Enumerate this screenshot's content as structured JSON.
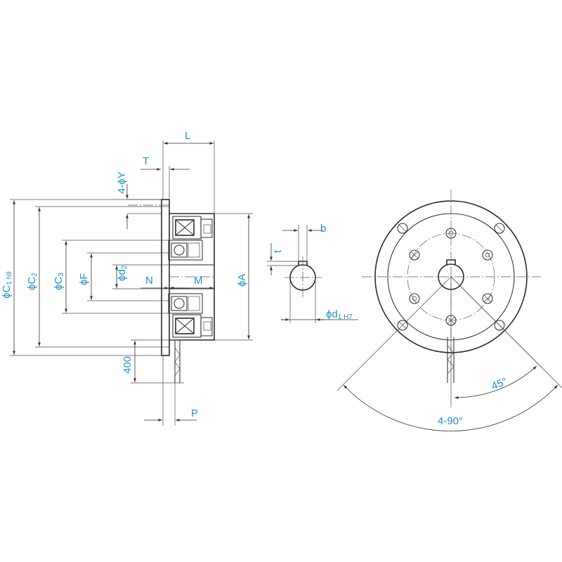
{
  "labels": {
    "L": "L",
    "T": "T",
    "Y": "4-ϕY",
    "C1": "ϕC",
    "C1_sub": "1 h9",
    "C2": "ϕC",
    "C2_sub": "2",
    "C3": "ϕC",
    "C3_sub": "3",
    "F": "ϕF",
    "d2": "ϕd",
    "d2_sub": "2",
    "N": "N",
    "M": "M",
    "A": "ϕA",
    "len400": "400",
    "P": "P",
    "b": "b",
    "t": "t",
    "d1": "ϕd",
    "d1_sub": "1 H7",
    "angle45": "45°",
    "angle90": "4-90°"
  },
  "colors": {
    "label": "#1e8fd6",
    "line": "#3a3a3a"
  }
}
